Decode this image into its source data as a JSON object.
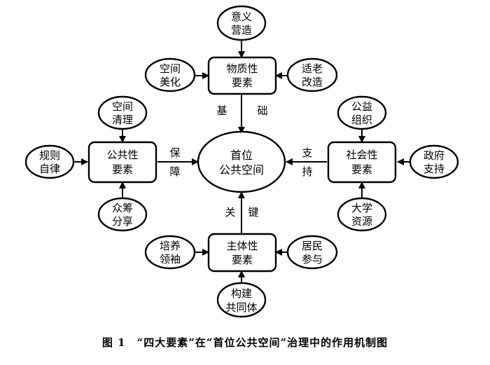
{
  "center": [
    "首位",
    "公共空间"
  ],
  "elements": {
    "top": [
      "物质性",
      "要素"
    ],
    "left": [
      "公共性",
      "要素"
    ],
    "right": [
      "社会性",
      "要素"
    ],
    "bottom": [
      "主体性",
      "要素"
    ]
  },
  "factors": {
    "top_top": [
      "意义",
      "营造"
    ],
    "top_left": [
      "空间",
      "美化"
    ],
    "top_right": [
      "适老",
      "改造"
    ],
    "left_top": [
      "空间",
      "清理"
    ],
    "left_left": [
      "规则",
      "自律"
    ],
    "left_bottom": [
      "众筹",
      "分享"
    ],
    "right_top": [
      "公益",
      "组织"
    ],
    "right_right": [
      "政府",
      "支持"
    ],
    "right_bottom": [
      "大学",
      "资源"
    ],
    "bottom_left": [
      "培养",
      "领袖"
    ],
    "bottom_right": [
      "居民",
      "参与"
    ],
    "bottom_bottom": [
      "构建",
      "共同体"
    ]
  },
  "edge_labels": {
    "top": [
      "基",
      "础"
    ],
    "left": [
      "保",
      "障"
    ],
    "right": [
      "支",
      "持"
    ],
    "bottom": [
      "关",
      "键"
    ]
  },
  "caption": "图 1　“四大要素”在“首位公共空间”治理中的作用机制图"
}
